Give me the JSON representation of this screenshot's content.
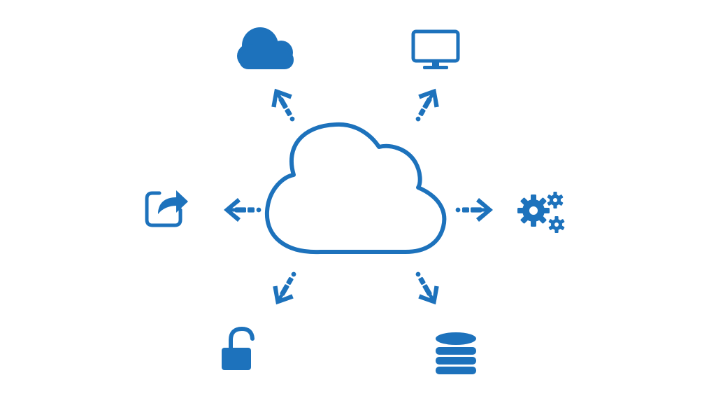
{
  "colors": {
    "accent": "#1d72bc",
    "background": "#ffffff"
  },
  "diagram": {
    "center": {
      "icon": "cloud-outline-icon"
    },
    "nodes": [
      {
        "id": "top-left",
        "icon": "cloud-icon"
      },
      {
        "id": "top-right",
        "icon": "monitor-icon"
      },
      {
        "id": "left",
        "icon": "share-icon"
      },
      {
        "id": "right",
        "icon": "gears-icon"
      },
      {
        "id": "bottom-left",
        "icon": "unlocked-padlock-icon"
      },
      {
        "id": "bottom-right",
        "icon": "database-icon"
      }
    ]
  }
}
